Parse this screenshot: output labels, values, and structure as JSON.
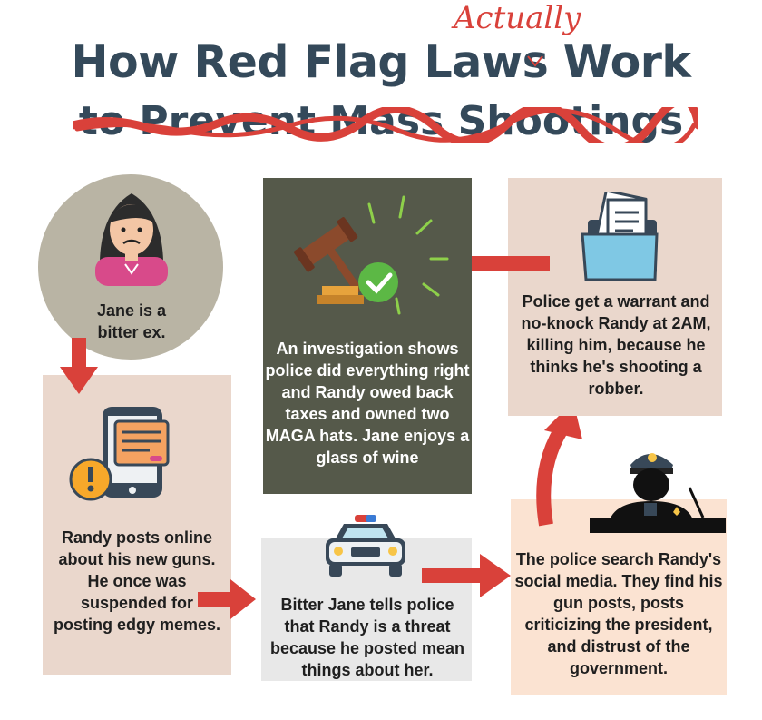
{
  "title": {
    "line1": "How Red Flag Laws Work",
    "inserted_word": "Actually",
    "struck_line": "to Prevent Mass Shootings"
  },
  "steps": {
    "jane": "Jane is a bitter ex.",
    "randy_posts": "Randy posts online about his new guns. He once was suspended for posting edgy memes.",
    "bitter_jane": "Bitter Jane tells police that Randy is a threat because he posted mean things about her.",
    "police_search": "The police search Randy's social media. They find his gun posts, posts criticizing the president, and distrust of the government.",
    "warrant": "Police get a warrant and no-knock Randy at 2AM, killing him, because he thinks he's shooting a robber.",
    "investigation": "An investigation shows police did everything right and Randy owed back taxes and owned two MAGA hats. Jane enjoys a glass of wine"
  },
  "colors": {
    "title": "#34495a",
    "accent_red": "#d9413a",
    "circle": "#b9b4a4",
    "panel_pink": "#ead7cc",
    "panel_gray": "#e8e8e8",
    "panel_dark": "#55594a",
    "panel_peach": "#fbe3d2"
  },
  "icons": [
    "woman-avatar-icon",
    "phone-warning-icon",
    "police-car-icon",
    "police-officer-icon",
    "folder-documents-icon",
    "gavel-check-icon"
  ]
}
